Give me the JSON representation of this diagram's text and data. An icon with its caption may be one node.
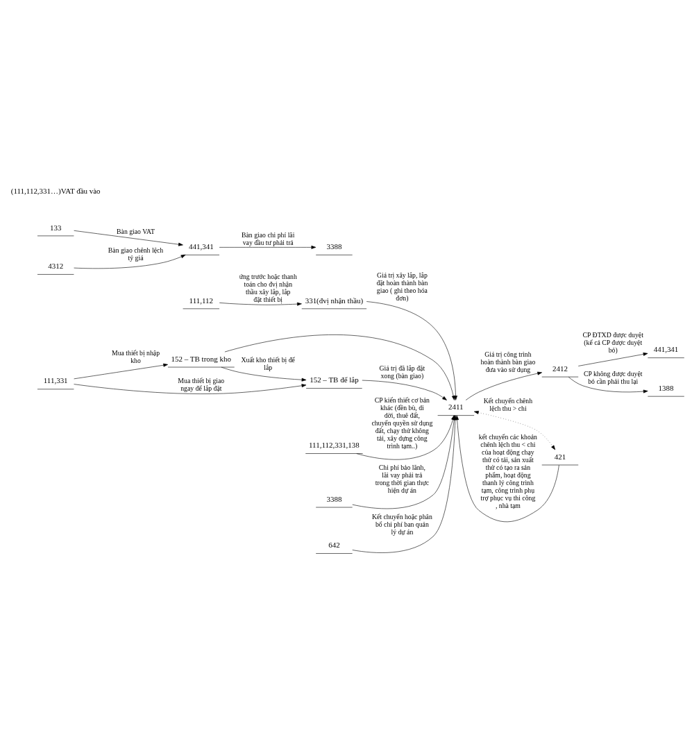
{
  "diagram": {
    "nodes": [
      {
        "text": [
          "111,112"
        ]
      },
      {
        "text": [
          "331(đvị nhận thầu)"
        ]
      },
      {
        "text": [
          "2411"
        ]
      },
      {
        "text": [
          "2412"
        ]
      },
      {
        "text": [
          "441,341"
        ]
      },
      {
        "text": [
          "1388"
        ]
      },
      {
        "text": [
          "111,331"
        ]
      },
      {
        "text": [
          "152 – TB trong kho"
        ]
      },
      {
        "text": [
          "152 – TB để lắp"
        ]
      },
      {
        "text": [
          "441,341"
        ]
      },
      {
        "text": [
          "3388"
        ]
      },
      {
        "text": [
          "111,112,331,138"
        ]
      },
      {
        "text": [
          "3388"
        ]
      },
      {
        "text": [
          "642"
        ]
      },
      {
        "text": [
          "421"
        ]
      },
      {
        "text": [
          "133"
        ]
      },
      {
        "text": [
          "4312"
        ]
      }
    ],
    "edges": [
      {
        "from": 0,
        "to": 1,
        "arrow": "to",
        "label": "ứng trước hoặc thanh toán cho đvị nhận thầu xây lắp, lắp đặt thiết bị"
      },
      {
        "from": 1,
        "to": 2,
        "arrow": "to",
        "label": "Giá trị xây lắp, lắp đặt hoàn thành bàn giao ( ghi theo hóa đơn)"
      },
      {
        "from": 2,
        "to": 3,
        "arrow": "to",
        "label": "Giá trị công trình hoàn thành bàn giao đưa vào sử dụng"
      },
      {
        "from": 3,
        "to": 4,
        "arrow": "to",
        "label": "CP ĐTXD được duyệt (kể cả CP được duyệt bỏ)"
      },
      {
        "from": 3,
        "to": 5,
        "arrow": "to",
        "label": "CP không được duyệt bỏ cần phải thu lại"
      },
      {
        "from": 7,
        "to": 2,
        "arrow": "to"
      },
      {
        "from": 6,
        "to": 7,
        "arrow": "to",
        "label": "Mua thiết bị nhập kho"
      },
      {
        "from": 7,
        "to": 8,
        "arrow": "to",
        "label": "Xuất kho thiết bị để lắp"
      },
      {
        "from": 8,
        "to": 2,
        "arrow": "to",
        "label": "Giá trị đã lắp đặt xong (bàn giao)"
      },
      {
        "from": 6,
        "to": 8,
        "arrow": "to",
        "label": "Mua thiết bị giao ngay để lắp đặt"
      },
      {
        "from": 9,
        "to": 10,
        "arrow": "to",
        "label": "Bàn giao chi phí lãi vay đầu tư phải trả"
      },
      {
        "from": 11,
        "to": 2,
        "arrow": "to",
        "label": "CP kiến thiết cơ bản khác (đền bù, di dời, thuê đất, chuyển quyền sử dụng đất, chạy thử không tải, xây dựng công trình tạm..)"
      },
      {
        "from": 12,
        "to": 2,
        "arrow": "to",
        "label": "Chi phí bảo lãnh, lãi vay phải trả trong thời gian thực hiện dự án"
      },
      {
        "from": 13,
        "to": 2,
        "arrow": "to",
        "label": "Kết chuyển hoặc phân bổ chi phí ban quản lý dự án"
      },
      {
        "from": 14,
        "to": 2,
        "arrow": "to",
        "label": "kết chuyển các khoản chênh lệch thu < chi của hoạt động chạy thử có tải, sản xuất thử có tạo ra sản phẩm, hoạt động thanh lý công trình tạm, công trình phụ trợ phục vụ thi công , nhà tạm"
      },
      {
        "from": 2,
        "to": 14,
        "arrow": "both",
        "style": "dashed",
        "label": "Kết chuyển chênh lệch thu > chi"
      },
      {
        "from": 15,
        "to": 9,
        "arrow": "to",
        "label": "Bàn giao VAT"
      },
      {
        "from": 16,
        "to": 9,
        "arrow": "to",
        "label": "Bàn giao chênh lệch tỷ giá"
      }
    ],
    "labels": [
      "(111,112,331…)VAT đầu vào"
    ]
  }
}
